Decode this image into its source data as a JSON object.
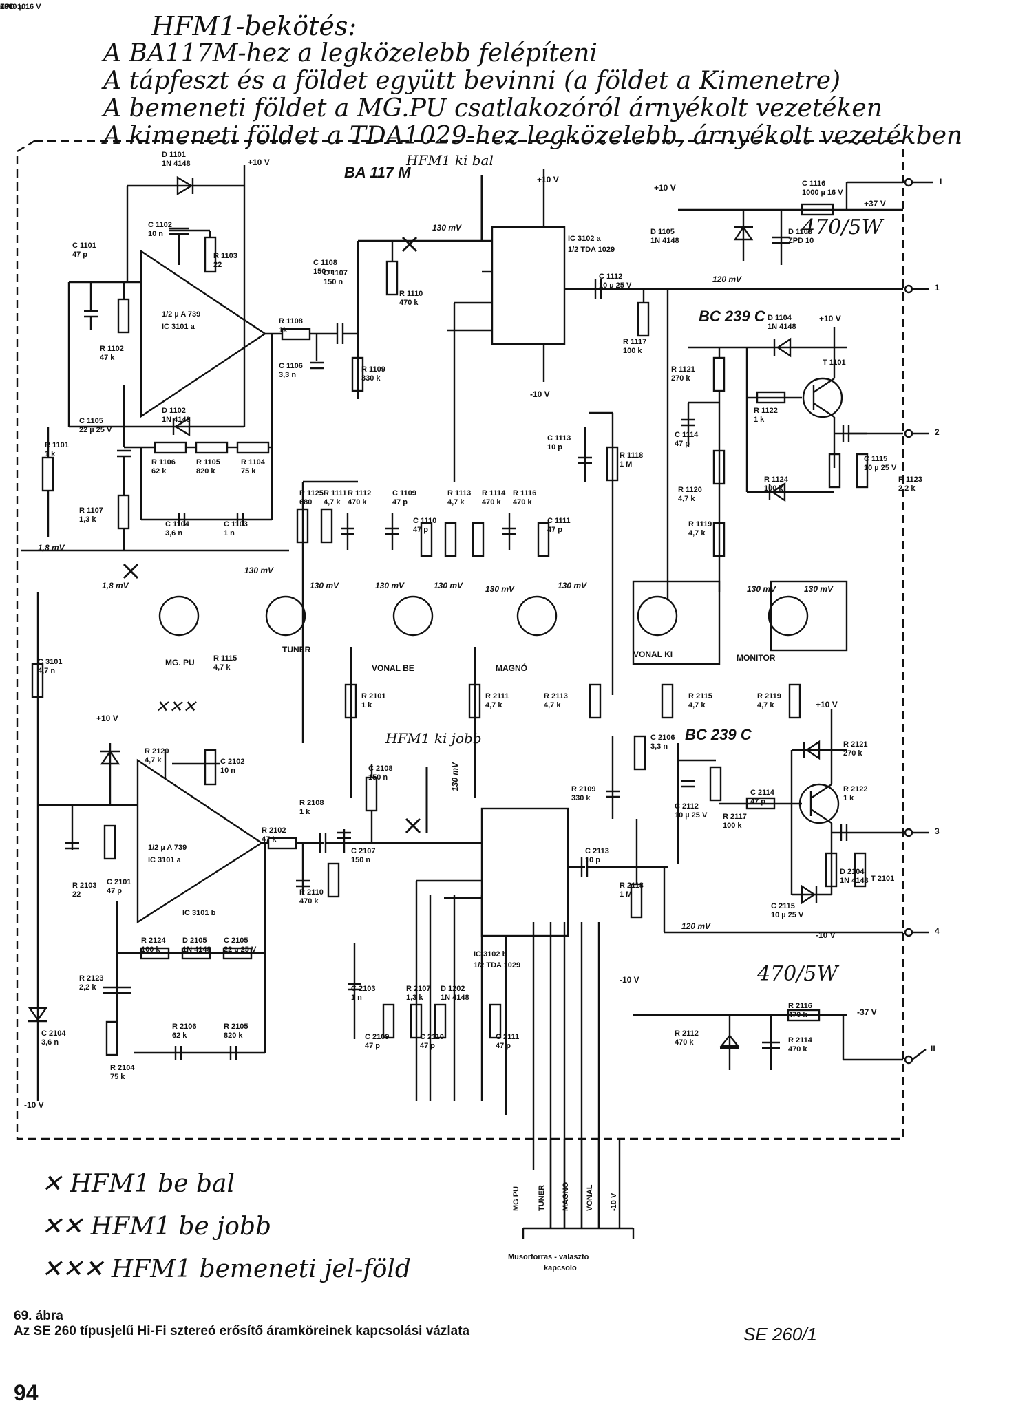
{
  "notes": {
    "title": "HFM1-bekötés:",
    "lines": [
      "A BA117M-hez a legközelebb felépíteni",
      "A tápfeszt és a földet együtt bevinni (a földet a Kimenetre)",
      "A bemeneti földet a MG.PU csatlakozóról árnyékolt vezetéken",
      "A kimeneti földet a TDA1029-hez legközelebb, árnyékolt vezetékben"
    ]
  },
  "annotations": {
    "hfm_ki_bal": "HFM1 ki bal",
    "hfm_ki_jobb": "HFM1 ki jobb",
    "power_470_top": "470/5W",
    "power_470_bottom": "470/5W",
    "xxx": "✕✕✕"
  },
  "schematic": {
    "module": "BA 117 M",
    "ic_upper_op": {
      "name": "1/2 µ A 739",
      "ref": "IC 3101 a"
    },
    "ic_lower_op": {
      "name": "1/2 µ A 739",
      "ref": "IC 3101 b"
    },
    "ic_lower_op_b": "IC 3101 a",
    "ic_upper_sw": {
      "ref": "IC 3102 a",
      "name": "1/2 TDA 1029"
    },
    "ic_lower_sw": {
      "ref": "IC 3102 b",
      "name": "1/2 TDA 1029"
    },
    "transistor_type": "BC 239 C",
    "connectors": [
      "MG. PU",
      "TUNER",
      "VONAL BE",
      "MAGNÓ",
      "VONAL KI",
      "MONITOR"
    ],
    "levels": {
      "l130": "130 mV",
      "l120": "120 mV",
      "l18": "1,8 mV"
    },
    "rails": {
      "p10": "+10 V",
      "m10": "-10 V",
      "p37": "+37 V",
      "m37": "-37 V"
    },
    "components": [
      {
        "ref": "D 1101",
        "val": "1N 4148"
      },
      {
        "ref": "C 1102",
        "val": "10 n"
      },
      {
        "ref": "R 1103",
        "val": "22"
      },
      {
        "ref": "C 1101",
        "val": "47 p"
      },
      {
        "ref": "R 1102",
        "val": "47 k"
      },
      {
        "ref": "R 1108",
        "val": "1k"
      },
      {
        "ref": "C 1107",
        "val": "150 n"
      },
      {
        "ref": "C 1108",
        "val": "150 n"
      },
      {
        "ref": "R 1110",
        "val": "470 k"
      },
      {
        "ref": "R 1109",
        "val": "330 k"
      },
      {
        "ref": "C 1106",
        "val": "3,3 n"
      },
      {
        "ref": "D 1102",
        "val": "1N 4148"
      },
      {
        "ref": "C 1105",
        "val": "22 µ 25 V"
      },
      {
        "ref": "R 1106",
        "val": "62 k"
      },
      {
        "ref": "R 1105",
        "val": "820 k"
      },
      {
        "ref": "R 1104",
        "val": "75 k"
      },
      {
        "ref": "R 1101",
        "val": "1 k"
      },
      {
        "ref": "R 1107",
        "val": "1,3 k"
      },
      {
        "ref": "C 1104",
        "val": "3,6 n"
      },
      {
        "ref": "C 1103",
        "val": "1 n"
      },
      {
        "ref": "C 1112",
        "val": "10 µ 25 V"
      },
      {
        "ref": "R 1117",
        "val": "100 k"
      },
      {
        "ref": "C 1113",
        "val": "10 p"
      },
      {
        "ref": "R 1118",
        "val": "1 M"
      },
      {
        "ref": "R 1121",
        "val": "270 k"
      },
      {
        "ref": "R 1122",
        "val": "1 k"
      },
      {
        "ref": "C 1114",
        "val": "47 p"
      },
      {
        "ref": "R 1120",
        "val": "4,7 k"
      },
      {
        "ref": "R 1119",
        "val": "4,7 k"
      },
      {
        "ref": "D 1104",
        "val": "1N 4148"
      },
      {
        "ref": "T 1101",
        "val": ""
      },
      {
        "ref": "C 1115",
        "val": "10 µ 25 V"
      },
      {
        "ref": "R 1123",
        "val": "2,2 k"
      },
      {
        "ref": "R 1124",
        "val": "100 k"
      },
      {
        "ref": "D 1105",
        "val": "1N 4148"
      },
      {
        "ref": "D 1103",
        "val": "ZPD 10"
      },
      {
        "ref": "C 1116",
        "val": "1000 µ 16 V"
      },
      {
        "ref": "R 1125",
        "val": "680"
      },
      {
        "ref": "R 1111",
        "val": "4,7 k"
      },
      {
        "ref": "R 1112",
        "val": "470 k"
      },
      {
        "ref": "C 1109",
        "val": "47 p"
      },
      {
        "ref": "C 1110",
        "val": "47 p"
      },
      {
        "ref": "R 1113",
        "val": "4,7 k"
      },
      {
        "ref": "R 1114",
        "val": "470 k"
      },
      {
        "ref": "R 1116",
        "val": "470 k"
      },
      {
        "ref": "C 1111",
        "val": "47 p"
      },
      {
        "ref": "R 1115",
        "val": "4,7 k"
      },
      {
        "ref": "C 3101",
        "val": "4,7 n"
      },
      {
        "ref": "R 2101",
        "val": "1 k"
      },
      {
        "ref": "R 2111",
        "val": "4,7 k"
      },
      {
        "ref": "R 2113",
        "val": "4,7 k"
      },
      {
        "ref": "R 2115",
        "val": "4,7 k"
      },
      {
        "ref": "R 2119",
        "val": "4,7 k"
      },
      {
        "ref": "R 2120",
        "val": "4,7 k"
      },
      {
        "ref": "C 2102",
        "val": "10 n"
      },
      {
        "ref": "R 2103",
        "val": "22"
      },
      {
        "ref": "C 2101",
        "val": "47 p"
      },
      {
        "ref": "R 2102",
        "val": "47 k"
      },
      {
        "ref": "R 2108",
        "val": "1 k"
      },
      {
        "ref": "C 2107",
        "val": "150 n"
      },
      {
        "ref": "C 2108",
        "val": "150 n"
      },
      {
        "ref": "R 2110",
        "val": "470 k"
      },
      {
        "ref": "R 2109",
        "val": "330 k"
      },
      {
        "ref": "C 2106",
        "val": "3,3 n"
      },
      {
        "ref": "C 2113",
        "val": "10 p"
      },
      {
        "ref": "R 2118",
        "val": "1 M"
      },
      {
        "ref": "C 2112",
        "val": "10 µ 25 V"
      },
      {
        "ref": "R 2117",
        "val": "100 k"
      },
      {
        "ref": "C 2114",
        "val": "47 p"
      },
      {
        "ref": "R 2121",
        "val": "270 k"
      },
      {
        "ref": "R 2122",
        "val": "1 k"
      },
      {
        "ref": "D 2104",
        "val": "1N 4148"
      },
      {
        "ref": "T 2101",
        "val": ""
      },
      {
        "ref": "C 2115",
        "val": "10 µ 25 V"
      },
      {
        "ref": "R 2123",
        "val": "2,2 k"
      },
      {
        "ref": "R 2124",
        "val": "100 k"
      },
      {
        "ref": "D 2105",
        "val": "1N 4148"
      },
      {
        "ref": "C 2105",
        "val": "22 µ 25 V"
      },
      {
        "ref": "R 2106",
        "val": "62 k"
      },
      {
        "ref": "R 2105",
        "val": "820 k"
      },
      {
        "ref": "R 2104",
        "val": "75 k"
      },
      {
        "ref": "C 2104",
        "val": "3,6 n"
      },
      {
        "ref": "C 2103",
        "val": "1 n"
      },
      {
        "ref": "R 2107",
        "val": "1,3 k"
      },
      {
        "ref": "D 1202",
        "val": "1N 4148"
      },
      {
        "ref": "C 2109",
        "val": "47 p"
      },
      {
        "ref": "C 2110",
        "val": "47 p"
      },
      {
        "ref": "C 2111",
        "val": "47 p"
      },
      {
        "ref": "R 2112",
        "val": "470 k"
      },
      {
        "ref": "R 2114",
        "val": "470 k"
      },
      {
        "ref": "R 2116",
        "val": "470 k"
      },
      {
        "ref": "D 2103",
        "val": "ZPD 10"
      },
      {
        "ref": "C 2116",
        "val": "1000 µ 16 V"
      },
      {
        "ref": "R 2125",
        "val": "680"
      }
    ],
    "selector_labels": [
      "MG PU",
      "TUNER",
      "MAGNO",
      "VONAL",
      "-10 V"
    ],
    "selector_caption": [
      "Musorforras - valaszto",
      "kapcsolo"
    ],
    "outputs": [
      "I",
      "1",
      "2",
      "3",
      "4",
      "II"
    ]
  },
  "legend": [
    "✕ HFM1 be bal",
    "✕✕ HFM1 be jobb",
    "✕✕✕ HFM1 bemeneti jel-föld"
  ],
  "caption": {
    "fig": "69. ábra",
    "title": "Az SE 260 típusjelű Hi-Fi sztereó erősítő áramköreinek kapcsolási vázlata"
  },
  "doc_id": "SE 260/1",
  "page_number": "94"
}
